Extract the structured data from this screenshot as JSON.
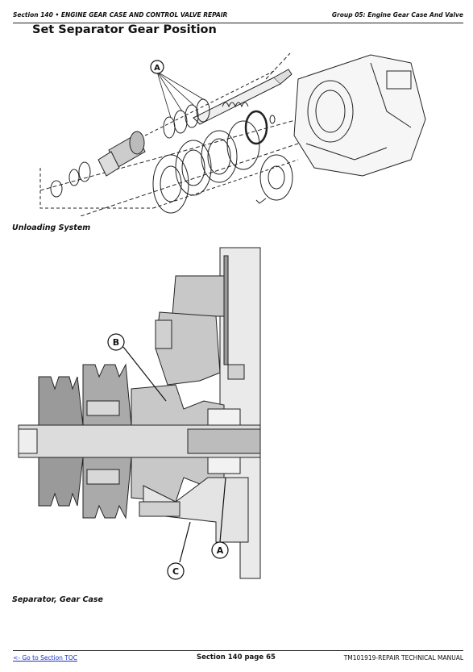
{
  "header": {
    "left": "Section 140 • ENGINE GEAR CASE AND CONTROL VALVE REPAIR",
    "right": "Group 05: Engine Gear Case And Valve"
  },
  "page_title": "Set Separator Gear Position",
  "figure1": {
    "callout": "A",
    "caption": "Unloading System"
  },
  "figure2": {
    "callouts": {
      "a": "A",
      "b": "B",
      "c": "C"
    },
    "caption": "Separator, Gear Case"
  },
  "footer": {
    "toc_link": "<- Go to Section TOC",
    "page": "Section 140 page 65",
    "manual": "TM101919-REPAIR TECHNICAL MANUAL"
  }
}
